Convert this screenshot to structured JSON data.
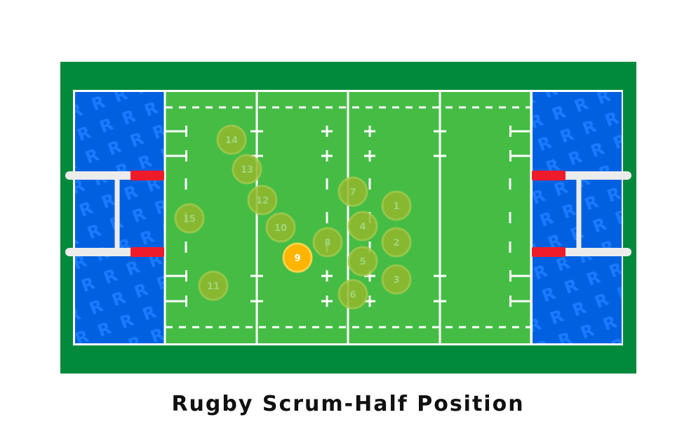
{
  "title": "Rugby Scrum-Half Position",
  "colors": {
    "surround": "#018a3b",
    "pitch": "#45bd45",
    "in_goal": "#0061e0",
    "in_goal_pattern": "#1a7aff",
    "lines": "#ffffff",
    "posts": "#ececec",
    "post_pads": "#ee1c2b",
    "player_fill": "#93b82d",
    "player_ring": "#a6c84a",
    "player_text": "#9ed67c",
    "highlight_fill": "#ffb400",
    "highlight_ring": "#ffd34a",
    "highlight_text": "#ffffff"
  },
  "highlighted_player": "9",
  "players": [
    {
      "number": "1"
    },
    {
      "number": "2"
    },
    {
      "number": "3"
    },
    {
      "number": "4"
    },
    {
      "number": "5"
    },
    {
      "number": "6"
    },
    {
      "number": "7"
    },
    {
      "number": "8"
    },
    {
      "number": "9"
    },
    {
      "number": "10"
    },
    {
      "number": "11"
    },
    {
      "number": "12"
    },
    {
      "number": "13"
    },
    {
      "number": "14"
    },
    {
      "number": "15"
    }
  ]
}
